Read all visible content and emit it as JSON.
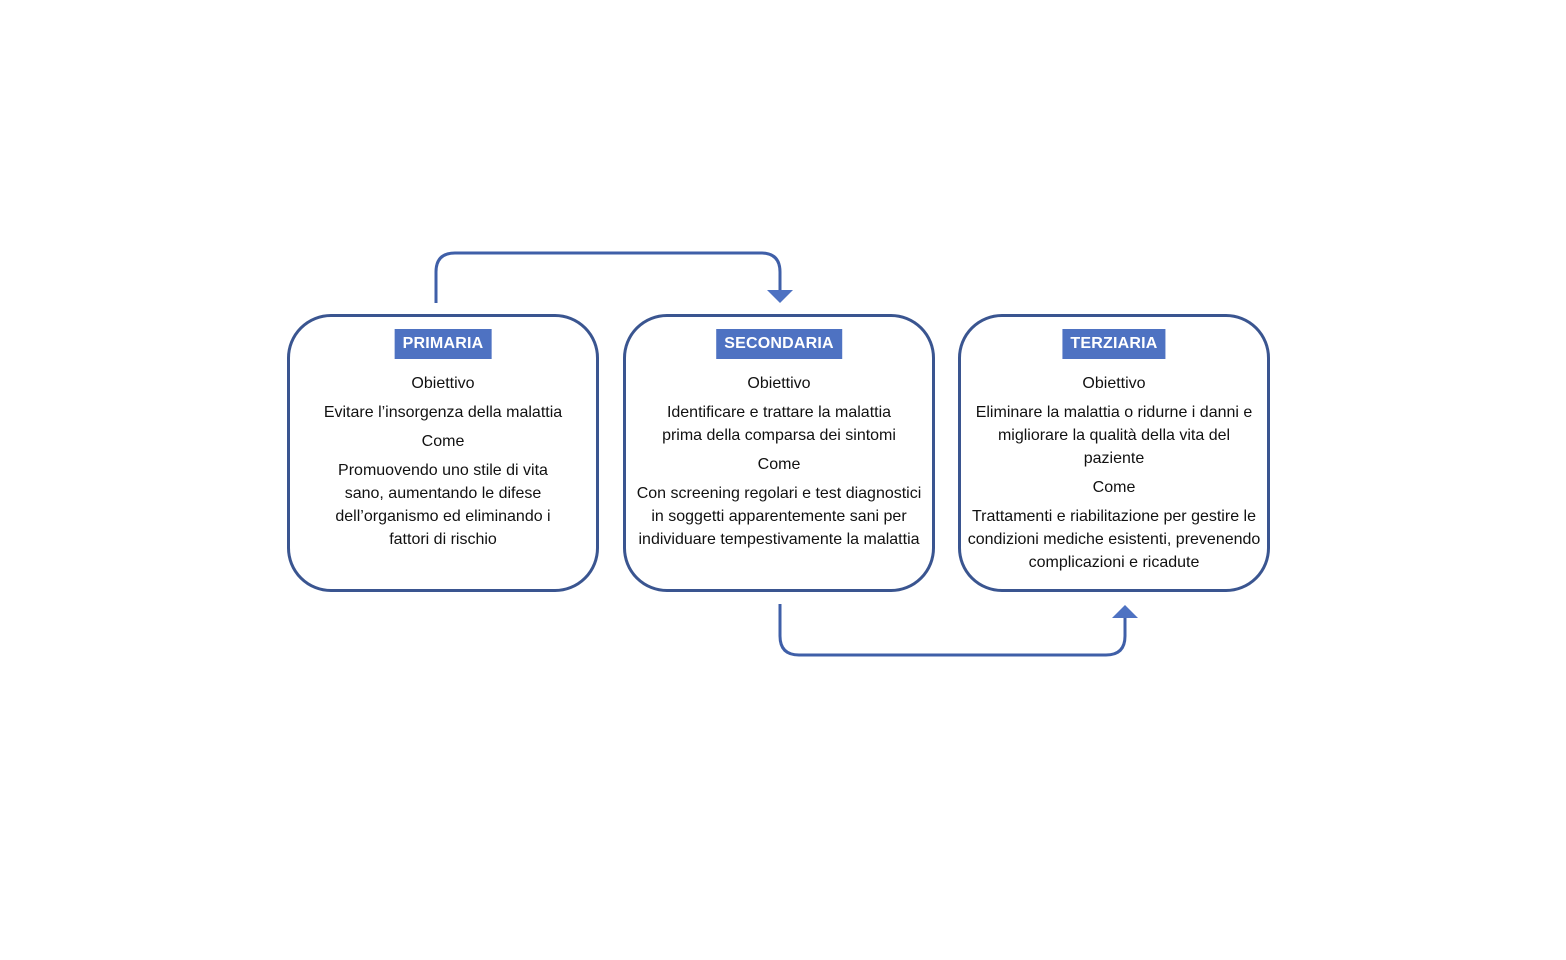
{
  "colors": {
    "border": "#3a5590",
    "title_background": "#4e72c2",
    "connector": "#3f5fa8",
    "title_text": "#ffffff"
  },
  "boxes": [
    {
      "title": "PRIMARIA",
      "goal_label": "Obiettivo",
      "goal_text": "Evitare l’insorgenza della malattia",
      "how_label": "Come",
      "how_text": "Promuovendo uno stile di vita sano, aumentando le difese dell’organismo ed eliminando i fattori di rischio"
    },
    {
      "title": "SECONDARIA",
      "goal_label": "Obiettivo",
      "goal_text": "Identificare e trattare la malattia prima della comparsa dei sintomi",
      "how_label": "Come",
      "how_text": "Con screening regolari e test diagnostici in soggetti apparentemente sani per individuare tempestivamente la malattia"
    },
    {
      "title": "TERZIARIA",
      "goal_label": "Obiettivo",
      "goal_text": "Eliminare la malattia o ridurne i danni e migliorare la qualità della vita del paziente",
      "how_label": "Come",
      "how_text": "Trattamenti e riabilitazione per gestire le condizioni mediche esistenti, prevenendo complicazioni e ricadute"
    }
  ],
  "connectors": [
    {
      "from": "PRIMARIA",
      "to": "SECONDARIA",
      "route": "over-top"
    },
    {
      "from": "SECONDARIA",
      "to": "TERZIARIA",
      "route": "under-bottom"
    }
  ]
}
